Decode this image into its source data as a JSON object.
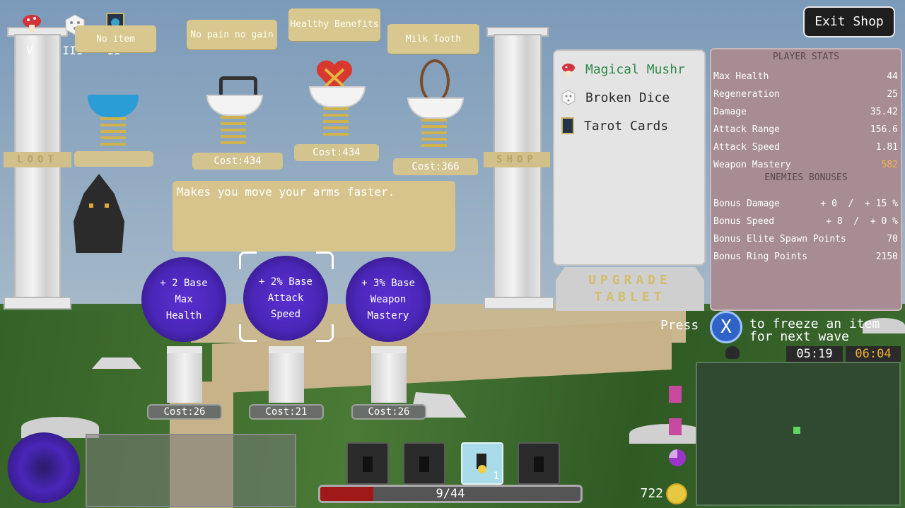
{
  "top_items": [
    {
      "icon": "mushroom-icon",
      "count": "V"
    },
    {
      "icon": "dice-icon",
      "count": "III"
    },
    {
      "icon": "tarot-card-icon",
      "count": "II"
    }
  ],
  "shop_items": [
    {
      "name": "No item",
      "cost": ""
    },
    {
      "name": "No pain no gain",
      "cost": "Cost:434"
    },
    {
      "name": "Healthy Benefits",
      "cost": "Cost:434"
    },
    {
      "name": "Milk Tooth",
      "cost": "Cost:366"
    }
  ],
  "pillar_left_label": "LOOT",
  "pillar_right_label": "SHOP",
  "description": "Makes you move your arms faster.",
  "upgrades": [
    {
      "text": "+ 2 Base Max Health",
      "cost": "Cost:26"
    },
    {
      "text": "+ 2% Base Attack Speed",
      "cost": "Cost:21"
    },
    {
      "text": "+ 3% Base Weapon Mastery",
      "cost": "Cost:26"
    }
  ],
  "inventory": [
    {
      "icon": "mushroom-icon",
      "name": "Magical Mushr"
    },
    {
      "icon": "dice-icon",
      "name": "Broken Dice"
    },
    {
      "icon": "tarot-card-icon",
      "name": "Tarot Cards"
    }
  ],
  "tablet_label": "UPGRADE TABLET",
  "exit_button": "Exit Shop",
  "stats": {
    "title": "PLAYER STATS",
    "rows": [
      {
        "label": "Max Health",
        "value": "44"
      },
      {
        "label": "Regeneration",
        "value": "25"
      },
      {
        "label": "Damage",
        "value": "35.42"
      },
      {
        "label": "Attack Range",
        "value": "156.6"
      },
      {
        "label": "Attack Speed",
        "value": "1.81"
      },
      {
        "label": "Weapon Mastery",
        "value": "582"
      }
    ],
    "enemies_title": "ENEMIES BONUSES",
    "enemy_rows": [
      {
        "label": "Bonus Damage",
        "value": "+ 0  /  + 15 %"
      },
      {
        "label": "Bonus Speed",
        "value": "+ 8  /  + 0 %"
      },
      {
        "label": "Bonus Elite Spawn Points",
        "value": "70"
      },
      {
        "label": "Bonus Ring Points",
        "value": "2150"
      }
    ]
  },
  "freeze_hint": {
    "press": "Press",
    "button": "X",
    "line1": "to freeze an item",
    "line2": "for next wave"
  },
  "timers": {
    "current": "05:19",
    "total": "06:04"
  },
  "health": {
    "text": "9/44",
    "current": 9,
    "max": 44
  },
  "gold": "722",
  "ability_slot_count": "1",
  "colors": {
    "stat_highlight": "#f0b64a",
    "inventory_highlight": "#2f8a4a",
    "timer_total": "#f0b030"
  }
}
